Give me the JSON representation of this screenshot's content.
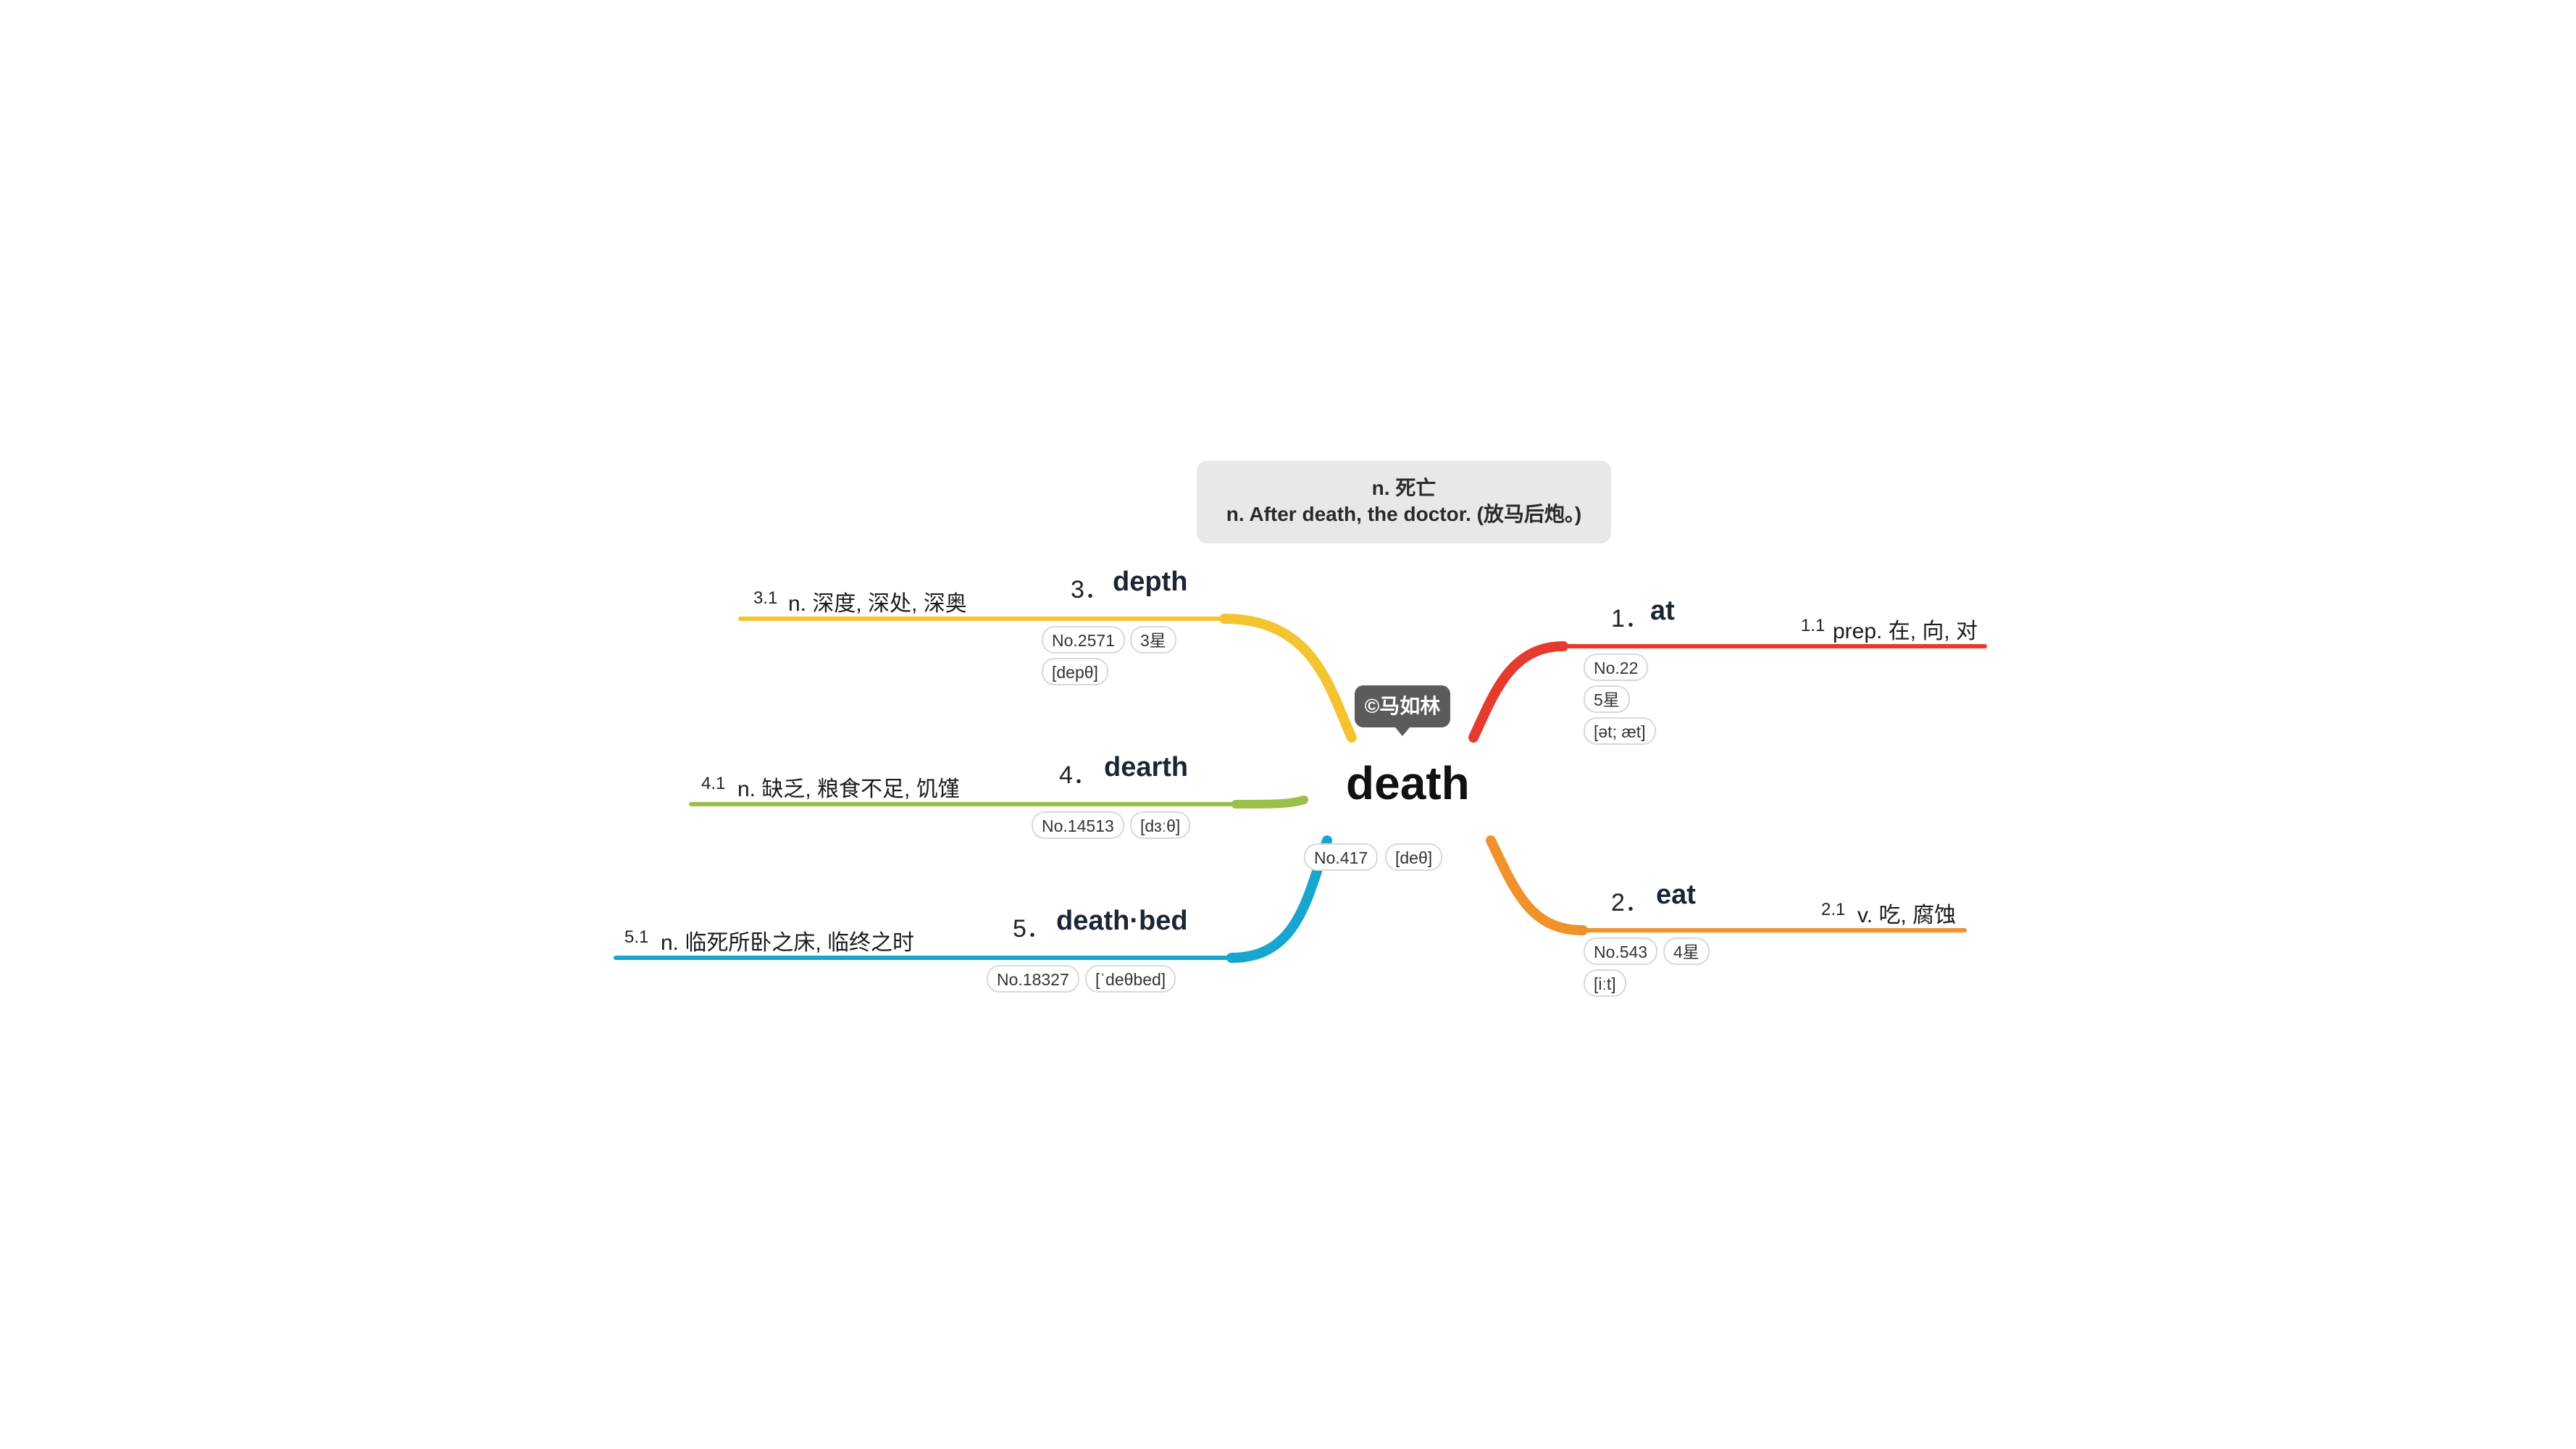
{
  "central": {
    "word": "death",
    "tags": [
      "No.417",
      "[deθ]"
    ]
  },
  "author": "©马如林",
  "note": {
    "line1": "n. 死亡",
    "line2": "n. After death, the doctor. (放马后炮。)"
  },
  "colors": {
    "at": "#e63a2e",
    "eat": "#f0922b",
    "depth": "#f4c430",
    "dearth": "#9bc04a",
    "deathbed": "#16a6cf"
  },
  "branches": [
    {
      "num": "1．",
      "word": "at",
      "subnum": "1.1",
      "def": "prep. 在, 向, 对",
      "tags": [
        "No.22",
        "5星",
        "[ət; æt]"
      ]
    },
    {
      "num": "2．",
      "word": "eat",
      "subnum": "2.1",
      "def": "v. 吃, 腐蚀",
      "tags": [
        "No.543",
        "4星",
        "[iːt]"
      ]
    },
    {
      "num": "3．",
      "word": "depth",
      "subnum": "3.1",
      "def": "n. 深度, 深处, 深奥",
      "tags": [
        "No.2571",
        "3星",
        "[depθ]"
      ]
    },
    {
      "num": "4．",
      "word": "dearth",
      "subnum": "4.1",
      "def": "n. 缺乏, 粮食不足, 饥馑",
      "tags": [
        "No.14513",
        "[dɜːθ]"
      ]
    },
    {
      "num": "5．",
      "word": "death·bed",
      "subnum": "5.1",
      "def": "n. 临死所卧之床, 临终之时",
      "tags": [
        "No.18327",
        "[ˈdeθbed]"
      ]
    }
  ]
}
